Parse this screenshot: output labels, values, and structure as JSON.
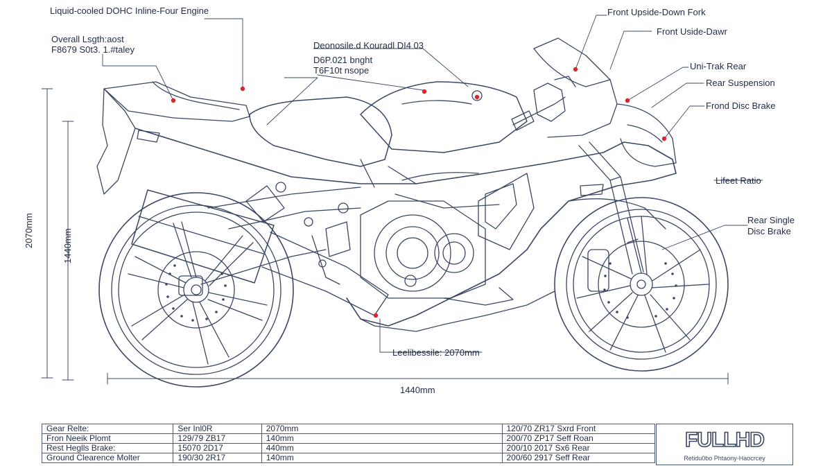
{
  "callouts": {
    "engine": "Liquid-cooled DOHC Inline-Four Engine",
    "overall_length_1": "Overall Lsgth:aost",
    "overall_length_2": "F8679 S0t3. 1.#taley",
    "tank_1": "Deonosile.d Kouradl DI4 03",
    "tank_2": "D6P.021 bnght",
    "tank_3": "T6F10t nsope",
    "front_fork_1": "Front Upside-Down Fork",
    "front_fork_2": "Front Uside-Dawr",
    "unitrak": "Uni-Trak Rear",
    "rear_suspension": "Rear Suspension",
    "front_disc": "Frond Disc Brake",
    "ratio": "Lifeet Ratio",
    "rear_disc_1": "Rear Single",
    "rear_disc_2": "Disc Brake",
    "wheelbase": "Leelibessile: 2070mm"
  },
  "dimensions": {
    "height_outer": "2070mm",
    "height_inner": "1440mm",
    "bottom_length": "1440mm"
  },
  "spec_table": {
    "rows": [
      [
        "Gear Relte:",
        "Ser Inl0R",
        "2070mm",
        "120/70 ZR17 Sxrd Front"
      ],
      [
        "Fron Neeik Plomt",
        "129/79 ZB17",
        "140mm",
        "200/70 ZP17 Seff Roan"
      ],
      [
        "Rest Heglls Brake:",
        "15070 2D17",
        "440mm",
        "200/10 2017 Sx6 Rear"
      ],
      [
        "Ground Clearence Molter",
        "190/30 2R17",
        "140mm",
        "200/60 2917 Seff Rear"
      ]
    ]
  },
  "logo": {
    "text": "FULLHD",
    "subtext": "Retidu0bo Phtaony-Haocrcey"
  },
  "colors": {
    "line": "#3a4763",
    "marker": "#d9262c",
    "background": "#ffffff"
  }
}
